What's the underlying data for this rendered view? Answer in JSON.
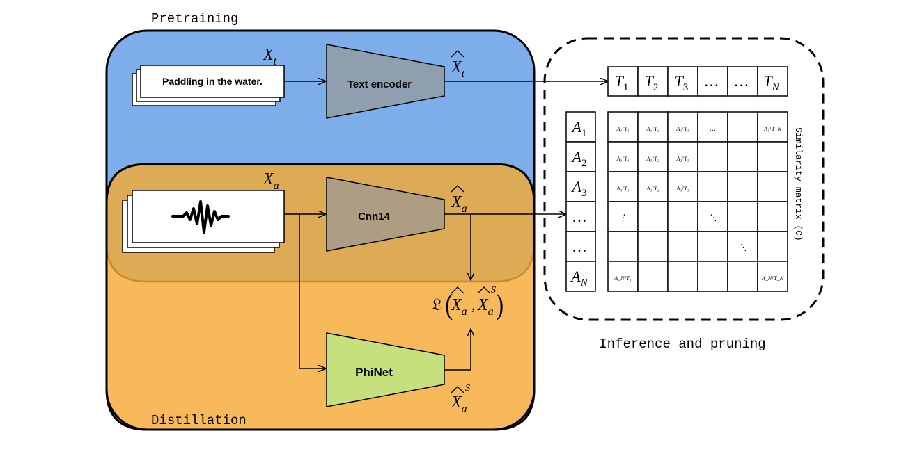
{
  "labels": {
    "pretraining": "Pretraining",
    "distillation": "Distillation",
    "inference": "Inference and pruning",
    "similarity": "Similarity matrix (C)"
  },
  "inputs": {
    "text_sample": "Paddling in the water.",
    "text_var": "X",
    "text_var_sub": "t",
    "audio_var": "X",
    "audio_var_sub": "a"
  },
  "encoders": {
    "text": "Text encoder",
    "audio": "Cnn14",
    "student": "PhiNet"
  },
  "outputs": {
    "text_emb": "X",
    "text_emb_sub": "t",
    "audio_emb": "X",
    "audio_emb_sub": "a",
    "student_emb": "X",
    "student_emb_sub": "a",
    "student_emb_sup": "S"
  },
  "loss": {
    "symbol": "𝔏",
    "sub_a": "a",
    "sup_s": "S"
  },
  "text_tokens": [
    {
      "base": "T",
      "sub": "1"
    },
    {
      "base": "T",
      "sub": "2"
    },
    {
      "base": "T",
      "sub": "3"
    },
    {
      "base": "…",
      "sub": ""
    },
    {
      "base": "…",
      "sub": ""
    },
    {
      "base": "T",
      "sub": "N"
    }
  ],
  "audio_tokens": [
    {
      "base": "A",
      "sub": "1"
    },
    {
      "base": "A",
      "sub": "2"
    },
    {
      "base": "A",
      "sub": "3"
    },
    {
      "base": "…",
      "sub": ""
    },
    {
      "base": "…",
      "sub": ""
    },
    {
      "base": "A",
      "sub": "N"
    }
  ],
  "matrix_cells": [
    [
      "A₁ᵀT₁",
      "A₁ᵀT₂",
      "A₁ᵀT₃",
      "...",
      "",
      "A₁ᵀT_N"
    ],
    [
      "A₂ᵀT₁",
      "A₂ᵀT₂",
      "A₂ᵀT₃",
      "",
      "",
      ""
    ],
    [
      "A₃ᵀT₁",
      "A₃ᵀT₂",
      "A₃ᵀT₃",
      "",
      "",
      ""
    ],
    [
      "⋮",
      "",
      "",
      "⋱",
      "",
      ""
    ],
    [
      "",
      "",
      "",
      "",
      "⋱",
      ""
    ],
    [
      "A_NᵀT₁",
      "",
      "",
      "",
      "",
      "A_NᵀT_N"
    ]
  ],
  "colors": {
    "pretraining_bg": "#7eaeea",
    "distillation_bg": "#f7b95a",
    "overlap_bg": "#ddaa55",
    "overlap_border": "#c88a2a",
    "text_encoder": "#8f9faf",
    "audio_encoder": "#ad9d83",
    "student_encoder": "#c5e07c"
  }
}
